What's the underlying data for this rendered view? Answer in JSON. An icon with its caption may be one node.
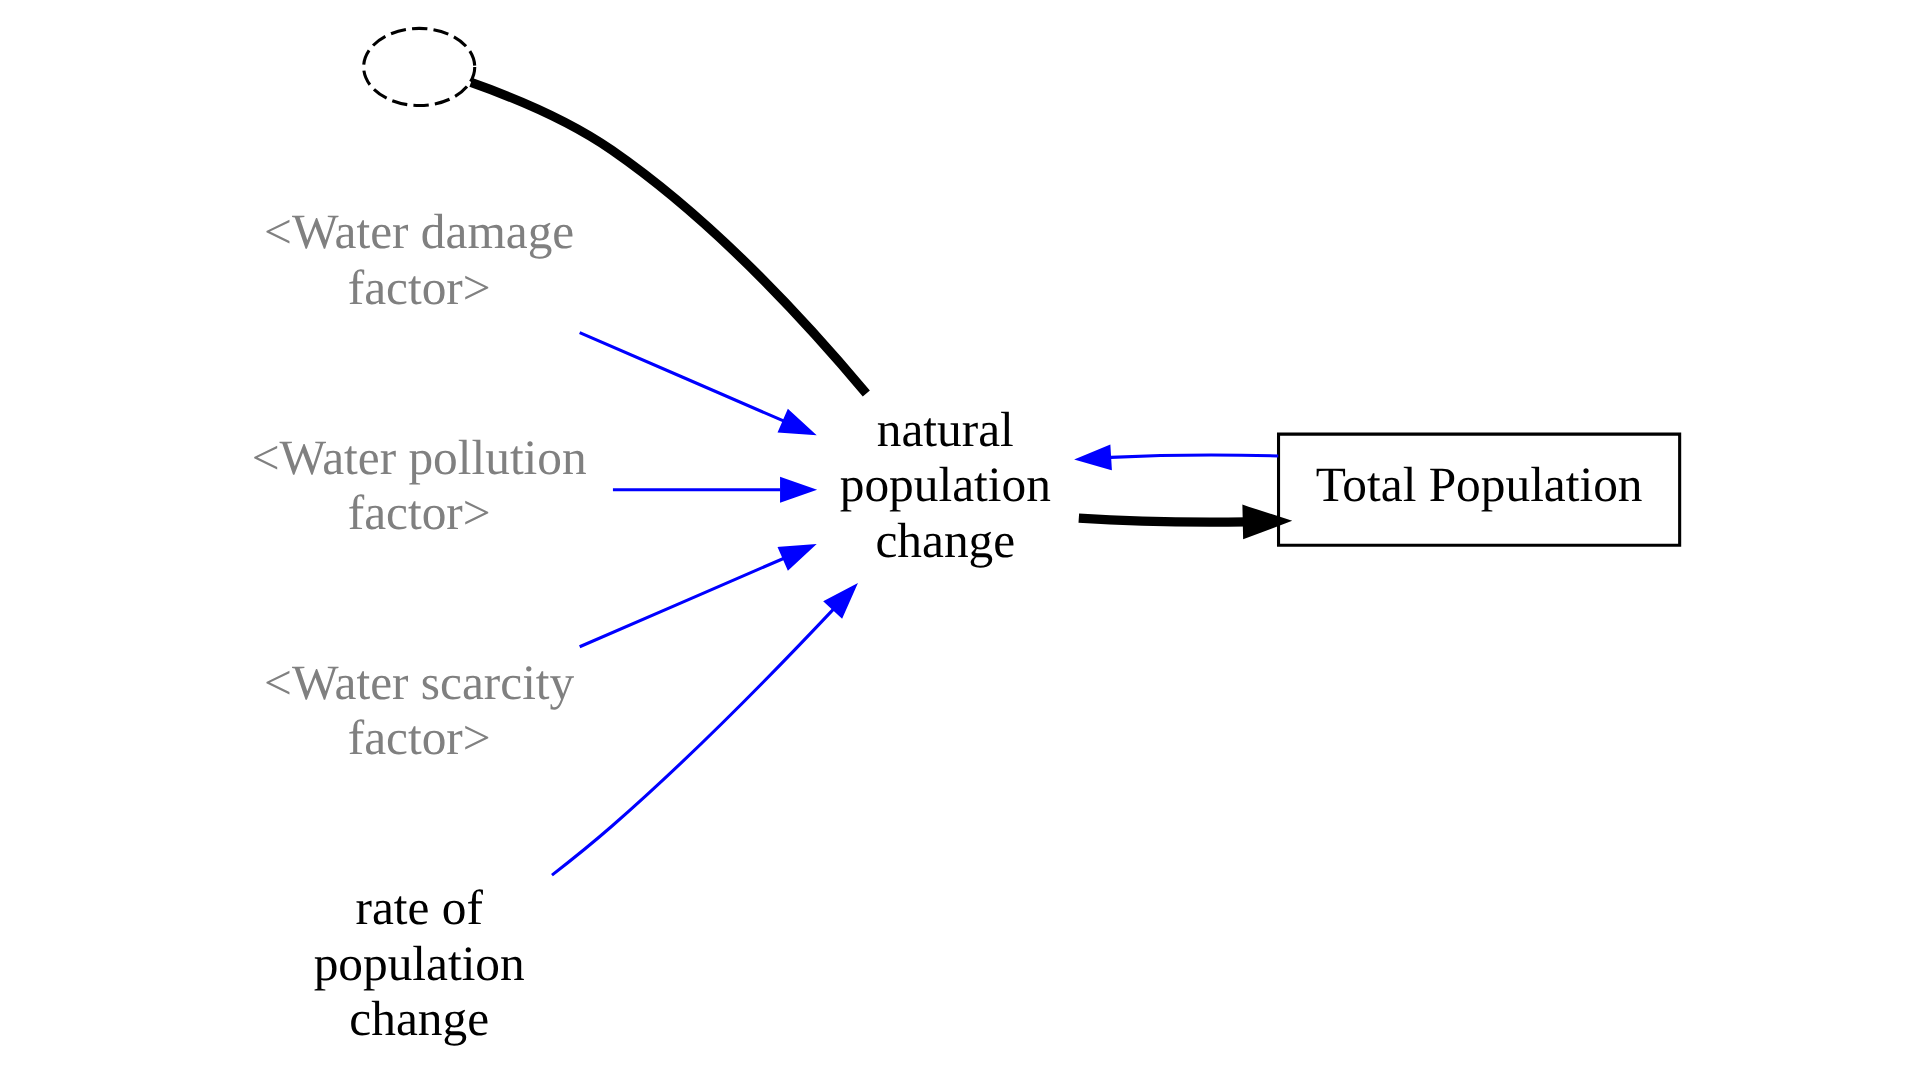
{
  "diagram": {
    "nodes": [
      {
        "text": [],
        "shape": "cloud"
      },
      {
        "text": [
          "natural population change"
        ]
      },
      {
        "text": [
          "Total Population"
        ]
      },
      {
        "text": [
          "<Water damage factor>"
        ]
      },
      {
        "text": [
          "<Water pollution factor>"
        ]
      },
      {
        "text": [
          "<Water scarcity factor>"
        ]
      },
      {
        "text": [
          "rate of population change"
        ]
      }
    ],
    "edges": [
      {
        "from": 0,
        "to": 1,
        "arrow": "none",
        "style": "thick",
        "color": "#000000"
      },
      {
        "from": 1,
        "to": 2,
        "arrow": "to",
        "style": "thick",
        "color": "#000000"
      },
      {
        "from": 3,
        "to": 1,
        "arrow": "to"
      },
      {
        "from": 4,
        "to": 1,
        "arrow": "to"
      },
      {
        "from": 5,
        "to": 1,
        "arrow": "to"
      },
      {
        "from": 2,
        "to": 1,
        "arrow": "to"
      },
      {
        "from": 6,
        "to": 1,
        "arrow": "to"
      }
    ]
  }
}
